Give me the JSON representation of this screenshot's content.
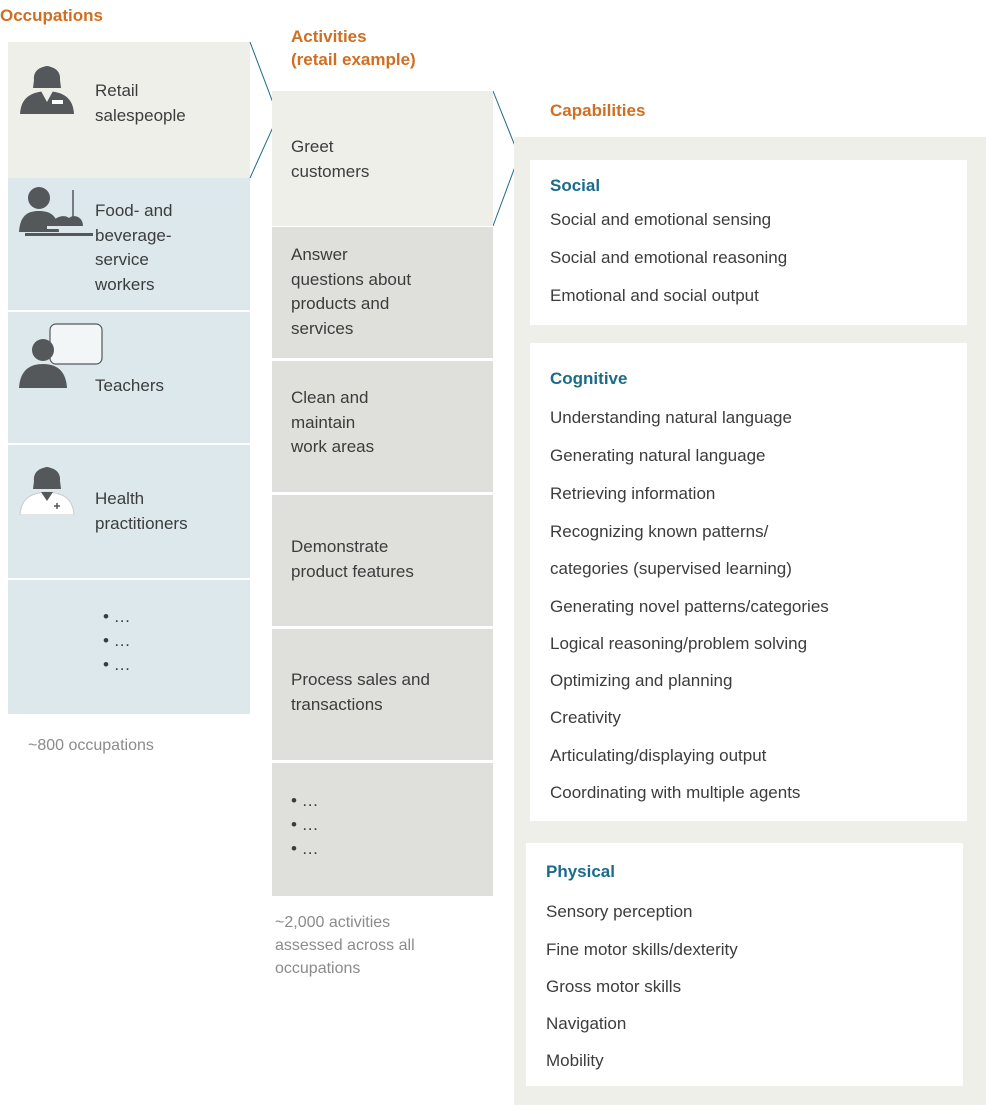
{
  "headers": {
    "occupations": "Occupations",
    "activities_line1": "Activities",
    "activities_line2": "(retail example)",
    "capabilities": "Capabilities"
  },
  "occupations": [
    {
      "lines": [
        "Retail",
        "salespeople"
      ],
      "icon": "retail-salesperson-icon"
    },
    {
      "lines": [
        "Food- and",
        "beverage-",
        "service",
        "workers"
      ],
      "icon": "food-service-worker-icon"
    },
    {
      "lines": [
        "Teachers"
      ],
      "icon": "teacher-icon"
    },
    {
      "lines": [
        "Health",
        "practitioners"
      ],
      "icon": "health-practitioner-icon"
    }
  ],
  "occupation_more": [
    "• …",
    "• …",
    "• …"
  ],
  "occupations_note": "~800 occupations",
  "activities": [
    {
      "lines": [
        "Greet",
        "customers"
      ]
    },
    {
      "lines": [
        "Answer",
        "questions about",
        "products and",
        "services"
      ]
    },
    {
      "lines": [
        "Clean and",
        "maintain",
        "work areas"
      ]
    },
    {
      "lines": [
        "Demonstrate",
        "product features"
      ]
    },
    {
      "lines": [
        "Process sales and",
        "transactions"
      ]
    }
  ],
  "activity_more": [
    "• …",
    "• …",
    "• …"
  ],
  "activities_note": [
    "~2,000 activities",
    "assessed across all",
    "occupations"
  ],
  "capabilities": {
    "social": {
      "title": "Social",
      "items": [
        "Social and emotional sensing",
        "Social and emotional reasoning",
        "Emotional and social output"
      ]
    },
    "cognitive": {
      "title": "Cognitive",
      "items": [
        "Understanding natural language",
        "Generating natural language",
        "Retrieving information",
        "Recognizing known patterns/",
        "categories (supervised learning)",
        "Generating novel patterns/categories",
        "Logical reasoning/problem solving",
        "Optimizing and planning",
        "Creativity",
        "Articulating/displaying output",
        "Coordinating with multiple agents"
      ]
    },
    "physical": {
      "title": "Physical",
      "items": [
        "Sensory perception",
        "Fine motor skills/dexterity",
        "Gross motor skills",
        "Navigation",
        "Mobility"
      ]
    }
  },
  "colors": {
    "header_orange": "#d06e21",
    "category_blue": "#1c6b8a",
    "occupation_blue": "#dce8ec",
    "selected_beige": "#efefea",
    "activity_gray": "#dfdfdc",
    "icon_gray": "#54585b"
  }
}
